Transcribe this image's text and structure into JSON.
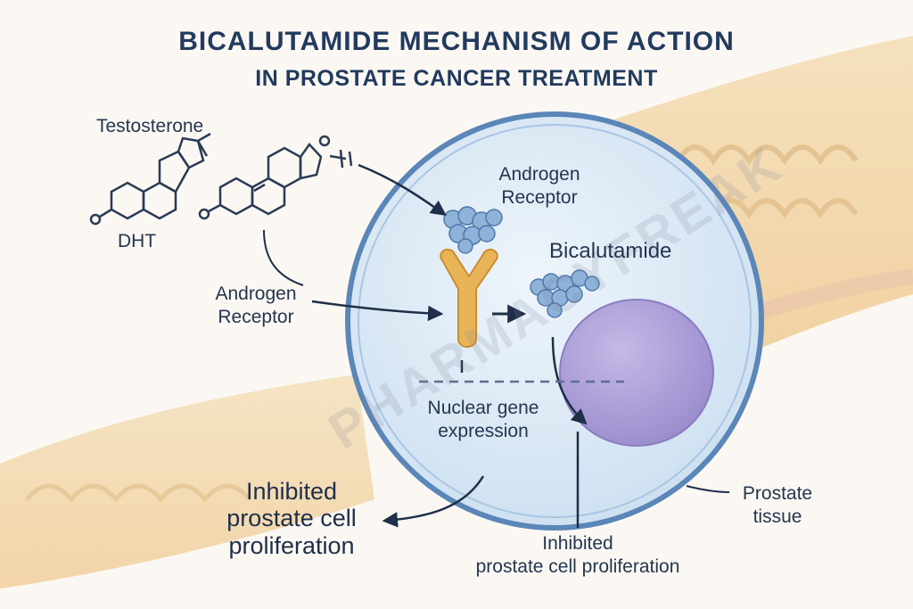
{
  "title": {
    "line1": "BICALUTAMIDE MECHANISM OF ACTION",
    "line2": "IN PROSTATE CANCER TREATMENT"
  },
  "labels": {
    "testosterone": "Testosterone",
    "dht": "DHT",
    "androgen_receptor_inside_1": "Androgen",
    "androgen_receptor_inside_2": "Receptor",
    "bicalutamide": "Bicalutamide",
    "androgen_receptor_left_1": "Androgen",
    "androgen_receptor_left_2": "Receptor",
    "nuclear_gene_1": "Nuclear gene",
    "nuclear_gene_2": "expression",
    "inhibited_left_1": "Inhibited",
    "inhibited_left_2": "prostate cell",
    "inhibited_left_3": "proliferation",
    "prostate_tissue_1": "Prostate",
    "prostate_tissue_2": "tissue",
    "inhibited_bottom_1": "Inhibited",
    "inhibited_bottom_2": "prostate cell proliferation"
  },
  "watermark": "PHARMACYFREAK",
  "colors": {
    "title": "#223a5e",
    "cell_fill": "#d9e9f5",
    "cell_border": "#5b86b8",
    "nucleus": "#a99bd6",
    "receptor_blob": "#8fb2d9",
    "y_receptor": "#e9b457",
    "tissue": "#f1d7a8"
  }
}
